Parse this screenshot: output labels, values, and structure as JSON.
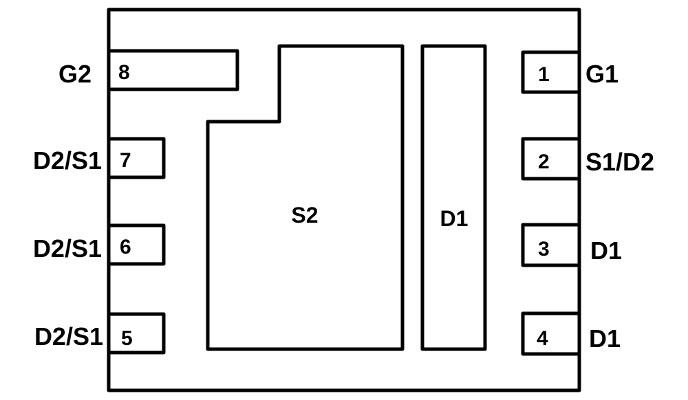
{
  "title": "Dual MOSFET package pinout (top view)",
  "pins_left": [
    {
      "number": "8",
      "name": "G2"
    },
    {
      "number": "7",
      "name": "D2/S1"
    },
    {
      "number": "6",
      "name": "D2/S1"
    },
    {
      "number": "5",
      "name": "D2/S1"
    }
  ],
  "pins_right": [
    {
      "number": "1",
      "name": "G1"
    },
    {
      "number": "2",
      "name": "S1/D2"
    },
    {
      "number": "3",
      "name": "D1"
    },
    {
      "number": "4",
      "name": "D1"
    }
  ],
  "pads": {
    "s2": "S2",
    "d1": "D1"
  }
}
